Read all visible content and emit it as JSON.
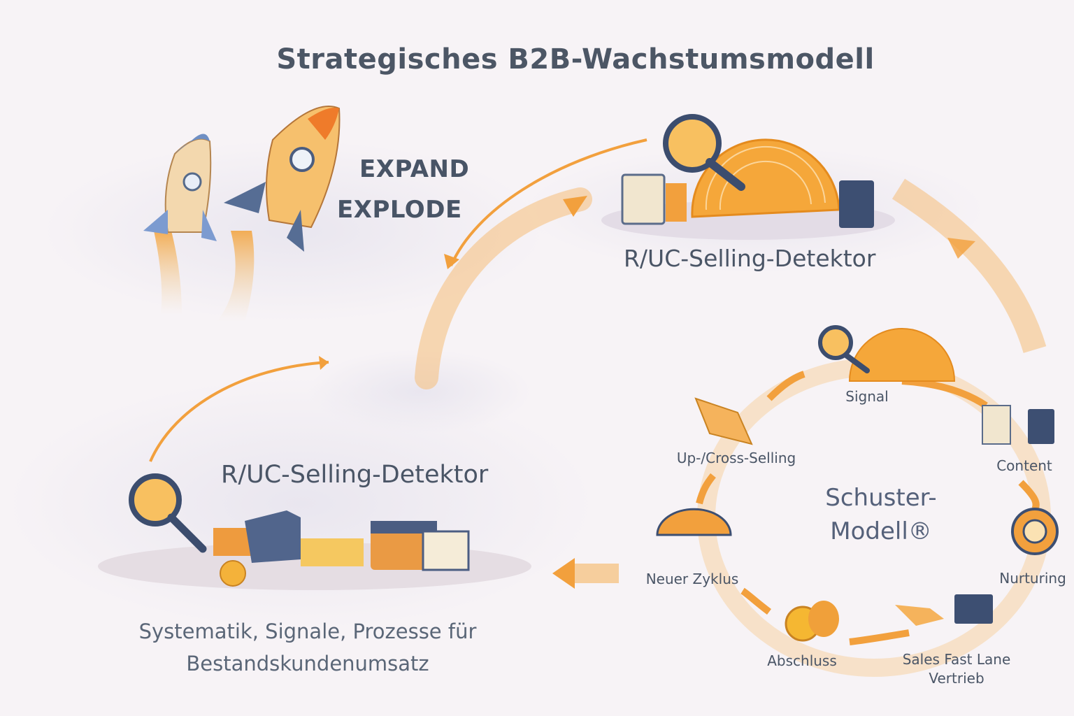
{
  "title": "Strategisches B2B-Wachstumsmodell",
  "rockets": {
    "line1": "EXPAND",
    "line2": "EXPLODE"
  },
  "detector_top": {
    "label": "R/UC-Selling-Detektor"
  },
  "detector_left": {
    "label": "R/UC-Selling-Detektor",
    "subtitle": "Systematik, Signale, Prozesse für Bestandskundenumsatz"
  },
  "cycle": {
    "center": "Schuster-Modell®",
    "steps": [
      {
        "label": "Signal"
      },
      {
        "label": "Content"
      },
      {
        "label": "Nurturing"
      },
      {
        "label": "Sales Fast Lane Vertrieb"
      },
      {
        "label": "Abschluss"
      },
      {
        "label": "Neuer Zyklus"
      },
      {
        "label": "Up-/Cross-Selling"
      }
    ]
  },
  "colors": {
    "accent": "#f2a03d",
    "dark": "#4a5566",
    "navy": "#3d4f72",
    "background": "#f7f3f6"
  }
}
